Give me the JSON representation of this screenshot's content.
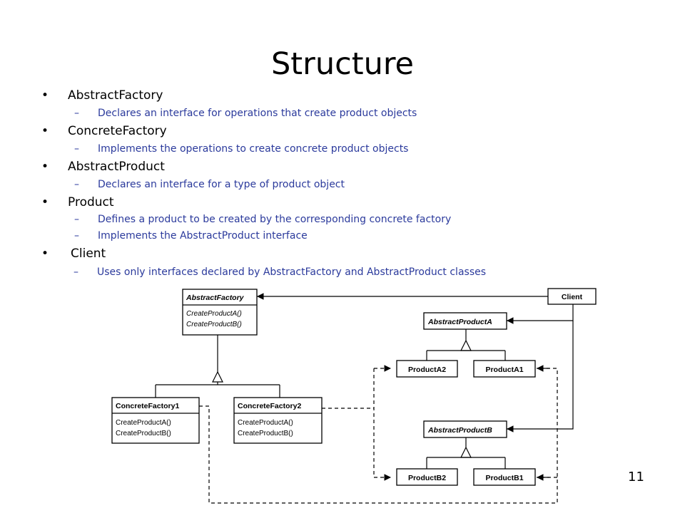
{
  "slide": {
    "title": "Structure",
    "bullets": [
      {
        "label": "AbstractFactory",
        "subs": [
          "Declares an interface for operations that create product objects"
        ]
      },
      {
        "label": "ConcreteFactory",
        "subs": [
          "Implements the operations to create concrete product objects"
        ]
      },
      {
        "label": "AbstractProduct",
        "subs": [
          "Declares an interface for a type of product object"
        ]
      },
      {
        "label": "Product",
        "subs": [
          "Defines a product to be created by the corresponding concrete factory",
          "Implements the AbstractProduct interface"
        ]
      },
      {
        "label": "Client",
        "subs": [
          "Uses only interfaces declared by AbstractFactory and AbstractProduct classes"
        ]
      }
    ],
    "bullet_glyph": "•",
    "dash_glyph": "–",
    "page_number": "11"
  },
  "diagram": {
    "abstract_factory": {
      "name": "AbstractFactory",
      "ops": [
        "CreateProductA()",
        "CreateProductB()"
      ]
    },
    "concrete_factory1": {
      "name": "ConcreteFactory1",
      "ops": [
        "CreateProductA()",
        "CreateProductB()"
      ]
    },
    "concrete_factory2": {
      "name": "ConcreteFactory2",
      "ops": [
        "CreateProductA()",
        "CreateProductB()"
      ]
    },
    "client": {
      "name": "Client"
    },
    "abstract_product_a": {
      "name": "AbstractProductA"
    },
    "product_a2": {
      "name": "ProductA2"
    },
    "product_a1": {
      "name": "ProductA1"
    },
    "abstract_product_b": {
      "name": "AbstractProductB"
    },
    "product_b2": {
      "name": "ProductB2"
    },
    "product_b1": {
      "name": "ProductB1"
    }
  }
}
